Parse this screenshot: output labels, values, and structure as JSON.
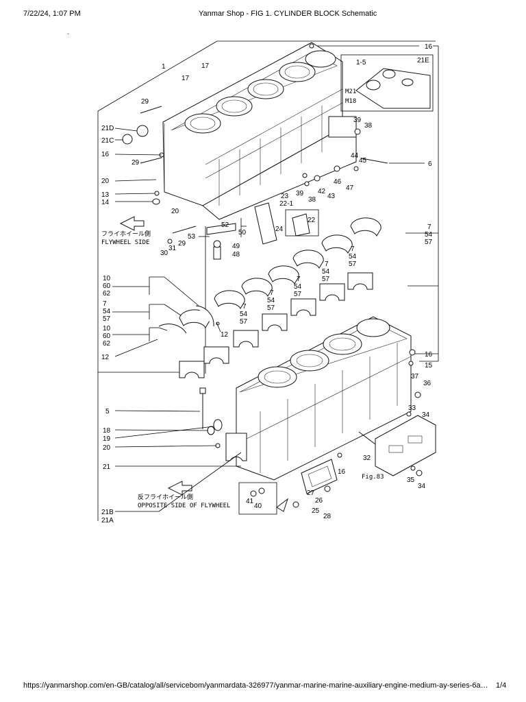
{
  "header": {
    "timestamp": "7/22/24, 1:07 PM",
    "title": "Yanmar Shop - FIG 1. CYLINDER BLOCK Schematic"
  },
  "footer": {
    "url": "https://yanmarshop.com/en-GB/catalog/all/servicebom/yanmardata-326977/yanmar-marine-marine-auxiliary-engine-medium-ay-series-6aym-ste-fi…",
    "page": "1/4"
  },
  "diagram": {
    "labels": {
      "l1": "1",
      "l16a": "16",
      "l16b": "16",
      "l16c": "16",
      "l17a": "17",
      "l17b": "17",
      "l15": "1-5",
      "l21E": "21E",
      "l21D": "21D",
      "l21C": "21C",
      "l29a": "29",
      "l29b": "29",
      "l29c": "29",
      "l20a": "20",
      "l20b": "20",
      "l20c": "20",
      "l13": "13",
      "l14": "14",
      "l6": "6",
      "l39a": "39",
      "l39b": "39",
      "l38a": "38",
      "l38b": "38",
      "l44": "44",
      "l45": "45",
      "l46": "46",
      "l47": "47",
      "l42": "42",
      "l43": "43",
      "l23": "23",
      "l221": "22-1",
      "l24": "24",
      "l22": "22",
      "l52": "52",
      "l50": "50",
      "l53": "53",
      "l49": "49",
      "l48": "48",
      "l30": "30",
      "l31": "31",
      "l10a": "10",
      "l60a": "60",
      "l62a": "62",
      "l10b": "10",
      "l60b": "60",
      "l62b": "62",
      "l12a": "12",
      "l12b": "12",
      "l7left": "7",
      "l54left": "54",
      "l57left": "57",
      "l7r": "7",
      "l54r": "54",
      "l57r": "57",
      "l15b": "15",
      "l37": "37",
      "l36": "36",
      "l33": "33",
      "l34a": "34",
      "l34b": "34",
      "l35": "35",
      "l32": "32",
      "l5": "5",
      "l18": "18",
      "l19": "19",
      "l21": "21",
      "l27": "27",
      "l26": "26",
      "l25": "25",
      "l28": "28",
      "l41": "41",
      "l40": "40",
      "l21B": "21B",
      "l21A": "21A",
      "fig83": "Fig.83",
      "m21": "M21",
      "m18": "M18"
    },
    "bearing_labels": [
      {
        "a": "7",
        "b": "54",
        "c": "57"
      },
      {
        "a": "7",
        "b": "54",
        "c": "57"
      },
      {
        "a": "7",
        "b": "54",
        "c": "57"
      },
      {
        "a": "7",
        "b": "54",
        "c": "57"
      },
      {
        "a": "7",
        "b": "54",
        "c": "57"
      }
    ],
    "flywheel_jp": "フライホイール側",
    "flywheel_en": "FLYWHEEL SIDE",
    "opposite_jp": "反フライホイール側",
    "opposite_en": "OPPOSITE SIDE OF FLYWHEEL",
    "dot": "."
  }
}
